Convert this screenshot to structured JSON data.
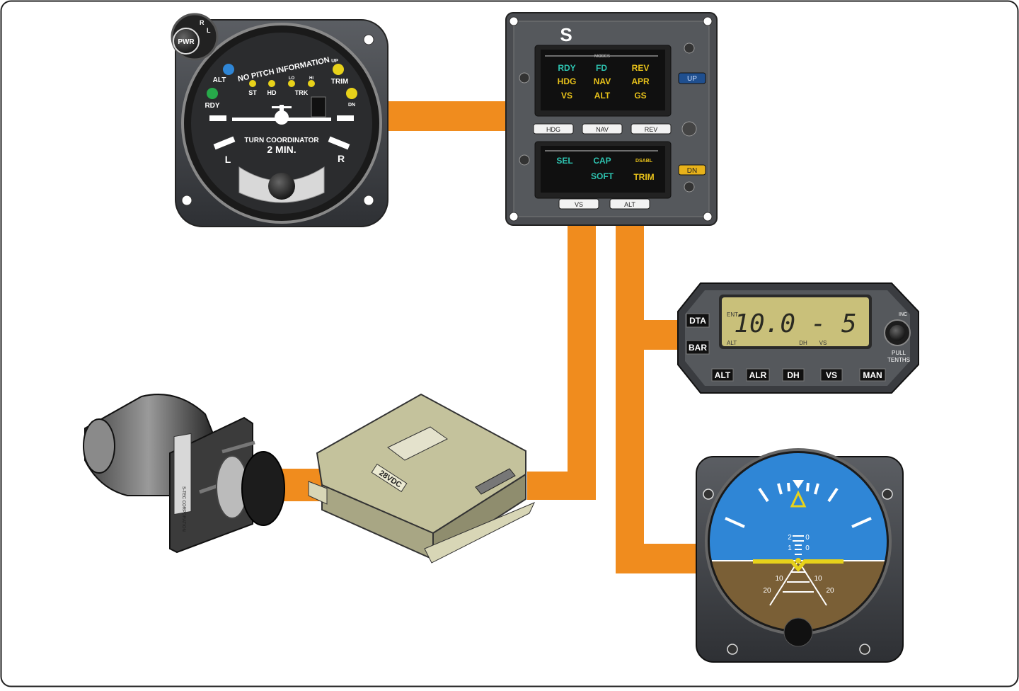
{
  "colors": {
    "wire": "#f08c1e",
    "sky": "#2f86d6",
    "ground": "#7a5f36",
    "panel": "#3a3c40",
    "lcd": "#c9c07a",
    "amber": "#e8c21a",
    "green_text": "#2ec3b0"
  },
  "turn_coordinator": {
    "power_label": "PWR",
    "knob_marks": [
      "R",
      "L"
    ],
    "arc_text": "NO PITCH INFORMATION",
    "alt": "ALT",
    "rdy": "RDY",
    "st": "ST",
    "hd": "HD",
    "trk": "TRK",
    "lo": "LO",
    "hi": "HI",
    "up": "UP",
    "trim": "TRIM",
    "dn": "DN",
    "title1": "TURN COORDINATOR",
    "title2": "2  MIN.",
    "left": "L",
    "right": "R"
  },
  "autopilot": {
    "logo": "S",
    "modes_caption": "MODES",
    "upper_modes": [
      [
        "RDY",
        "FD",
        "REV"
      ],
      [
        "HDG",
        "NAV",
        "APR"
      ],
      [
        "VS",
        "ALT",
        "GS"
      ]
    ],
    "upper_buttons": [
      "HDG",
      "NAV",
      "REV"
    ],
    "lower_modes": {
      "sel": "SEL",
      "cap": "CAP",
      "dsabl": "DSABL",
      "soft": "SOFT",
      "trim": "TRIM"
    },
    "lower_buttons": [
      "VS",
      "ALT"
    ],
    "up_button": "UP",
    "dn_button": "DN"
  },
  "alt_preselector": {
    "ent": "ENT",
    "display": "10.0  -  5",
    "alt_caption": "ALT",
    "dh_caption": "DH",
    "vs_caption": "VS",
    "dta": "DTA",
    "bar": "BAR",
    "inc": "INC",
    "pull": "PULL",
    "tenths": "TENTHS",
    "buttons": [
      "ALT",
      "ALR",
      "DH",
      "VS",
      "MAN"
    ]
  },
  "computer": {
    "label": "28VDC"
  },
  "servo": {
    "plate_label": "S-TEC CORPORATION"
  },
  "attitude": {
    "pitch_up": "2",
    "pitch_up_r": "0",
    "pitch_mid": "1",
    "pitch_mid_r": "0",
    "r10_l": "10",
    "r10_r": "10",
    "r20_l": "20",
    "r20_r": "20"
  }
}
